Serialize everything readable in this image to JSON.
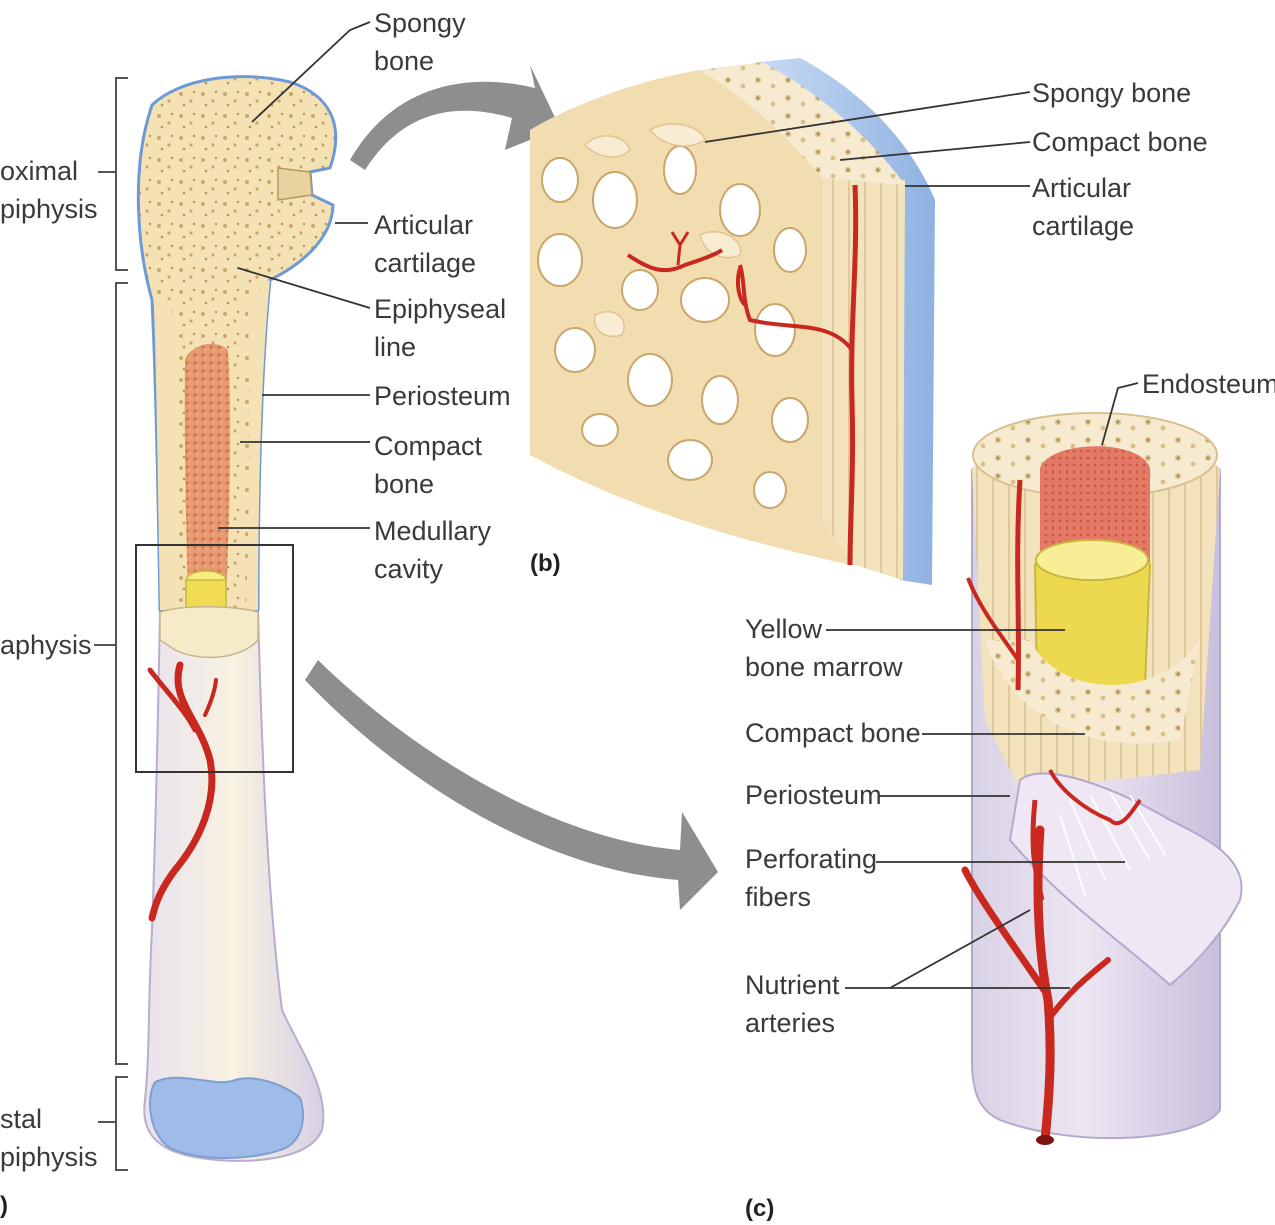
{
  "figure": {
    "panel_a": {
      "tag": ")",
      "region_proximal": [
        "oximal",
        "piphysis"
      ],
      "region_diaphysis": "aphysis",
      "region_distal": [
        "stal",
        "piphysis"
      ],
      "spongy_bone": [
        "Spongy",
        "bone"
      ],
      "articular_cartilage": [
        "Articular",
        "cartilage"
      ],
      "epiphyseal_line": [
        "Epiphyseal",
        "line"
      ],
      "periosteum": "Periosteum",
      "compact_bone": [
        "Compact",
        "bone"
      ],
      "medullary_cavity": [
        "Medullary",
        "cavity"
      ]
    },
    "panel_b": {
      "tag": "(b)",
      "spongy_bone": "Spongy bone",
      "compact_bone": "Compact bone",
      "articular_cartilage": [
        "Articular",
        "cartilage"
      ]
    },
    "panel_c": {
      "tag": "(c)",
      "endosteum": "Endosteum",
      "yellow_marrow": [
        "Yellow",
        "bone marrow"
      ],
      "compact_bone": "Compact bone",
      "periosteum": "Periosteum",
      "perforating_fibers": [
        "Perforating",
        "fibers"
      ],
      "nutrient_arteries": [
        "Nutrient",
        "arteries"
      ]
    }
  },
  "colors": {
    "bone": "#f4e2b4",
    "spongy_dots": "#c9a66b",
    "cartilage": "#a9c6ea",
    "periosteum": "#ddd4ec",
    "artery": "#c8281e",
    "marrow_red": "#e8846a",
    "marrow_yellow": "#f0e05a",
    "arrow": "#8e8e8e",
    "leader": "#333333"
  }
}
